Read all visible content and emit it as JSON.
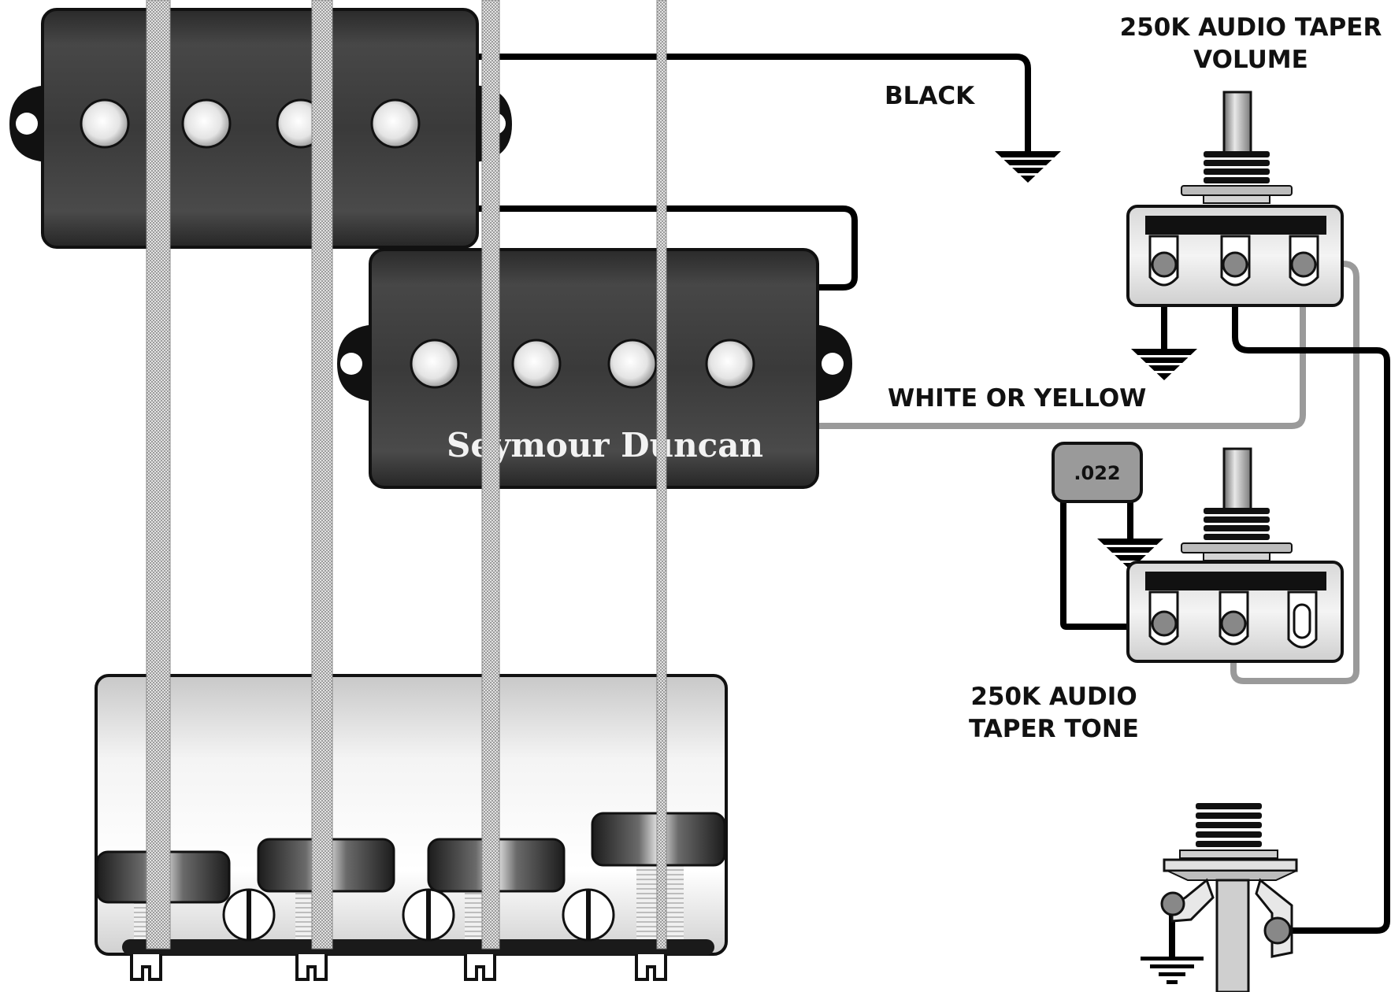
{
  "labels": {
    "volume_pot_line1": "250K AUDIO TAPER",
    "volume_pot_line2": "VOLUME",
    "black_wire": "BLACK",
    "white_yellow_wire": "WHITE OR YELLOW",
    "tone_pot_line1": "250K AUDIO",
    "tone_pot_line2": "TAPER TONE",
    "capacitor": ".022",
    "pickup_brand": "Seymour Duncan"
  },
  "colors": {
    "wire_black": "#000000",
    "wire_gray": "#9a9a9a",
    "pickup_body": "#3c3c3c",
    "string": "#cfcfcf"
  }
}
